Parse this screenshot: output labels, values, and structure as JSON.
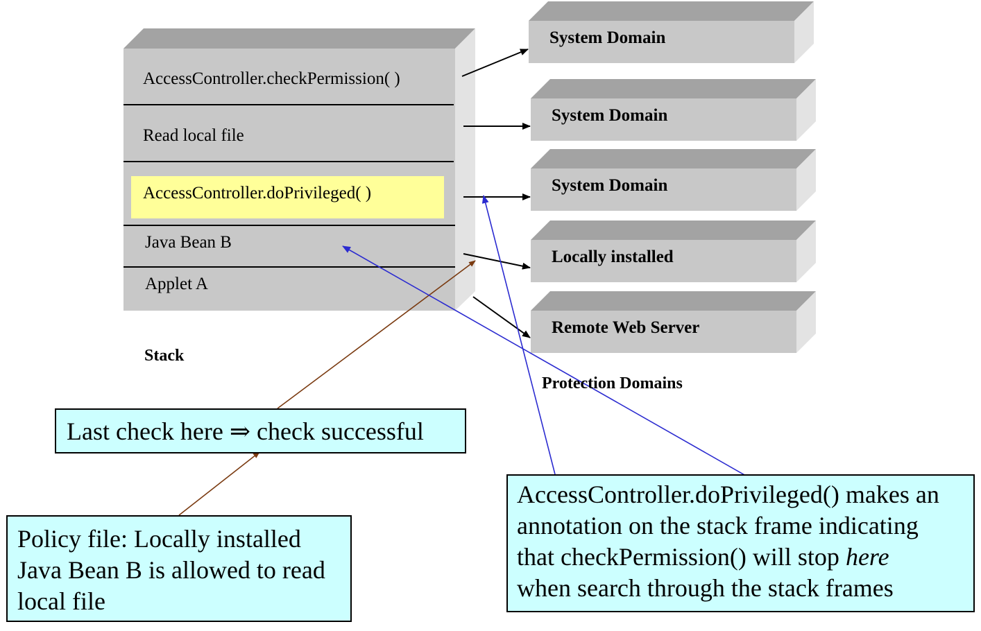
{
  "stack": {
    "label": "Stack",
    "frames": [
      "AccessController.checkPermission( )",
      "Read local file",
      "AccessController.doPrivileged( )",
      "Java Bean B",
      "Applet A"
    ]
  },
  "protection_domains": {
    "label": "Protection Domains",
    "items": [
      "System Domain",
      "System Domain",
      "System Domain",
      "Locally installed",
      "Remote Web Server"
    ]
  },
  "notes": {
    "last_check": "Last check here ⇒ check successful",
    "policy": "Policy file: Locally installed\nJava Bean B is allowed to read\nlocal file",
    "privileged_before": "AccessController.doPrivileged() makes an\nannotation on the stack frame indicating\nthat checkPermission() will stop ",
    "privileged_here": "here",
    "privileged_after": "\nwhen search through the stack frames"
  },
  "colors": {
    "block_face": "#c8c8c8",
    "block_top": "#a3a3a3",
    "block_side": "#e3e3e3",
    "highlight": "#ffff99",
    "note_fill": "#ccffff",
    "arrow_black": "#000000",
    "arrow_brown": "#7a3a10",
    "arrow_blue": "#2b2bd0"
  }
}
